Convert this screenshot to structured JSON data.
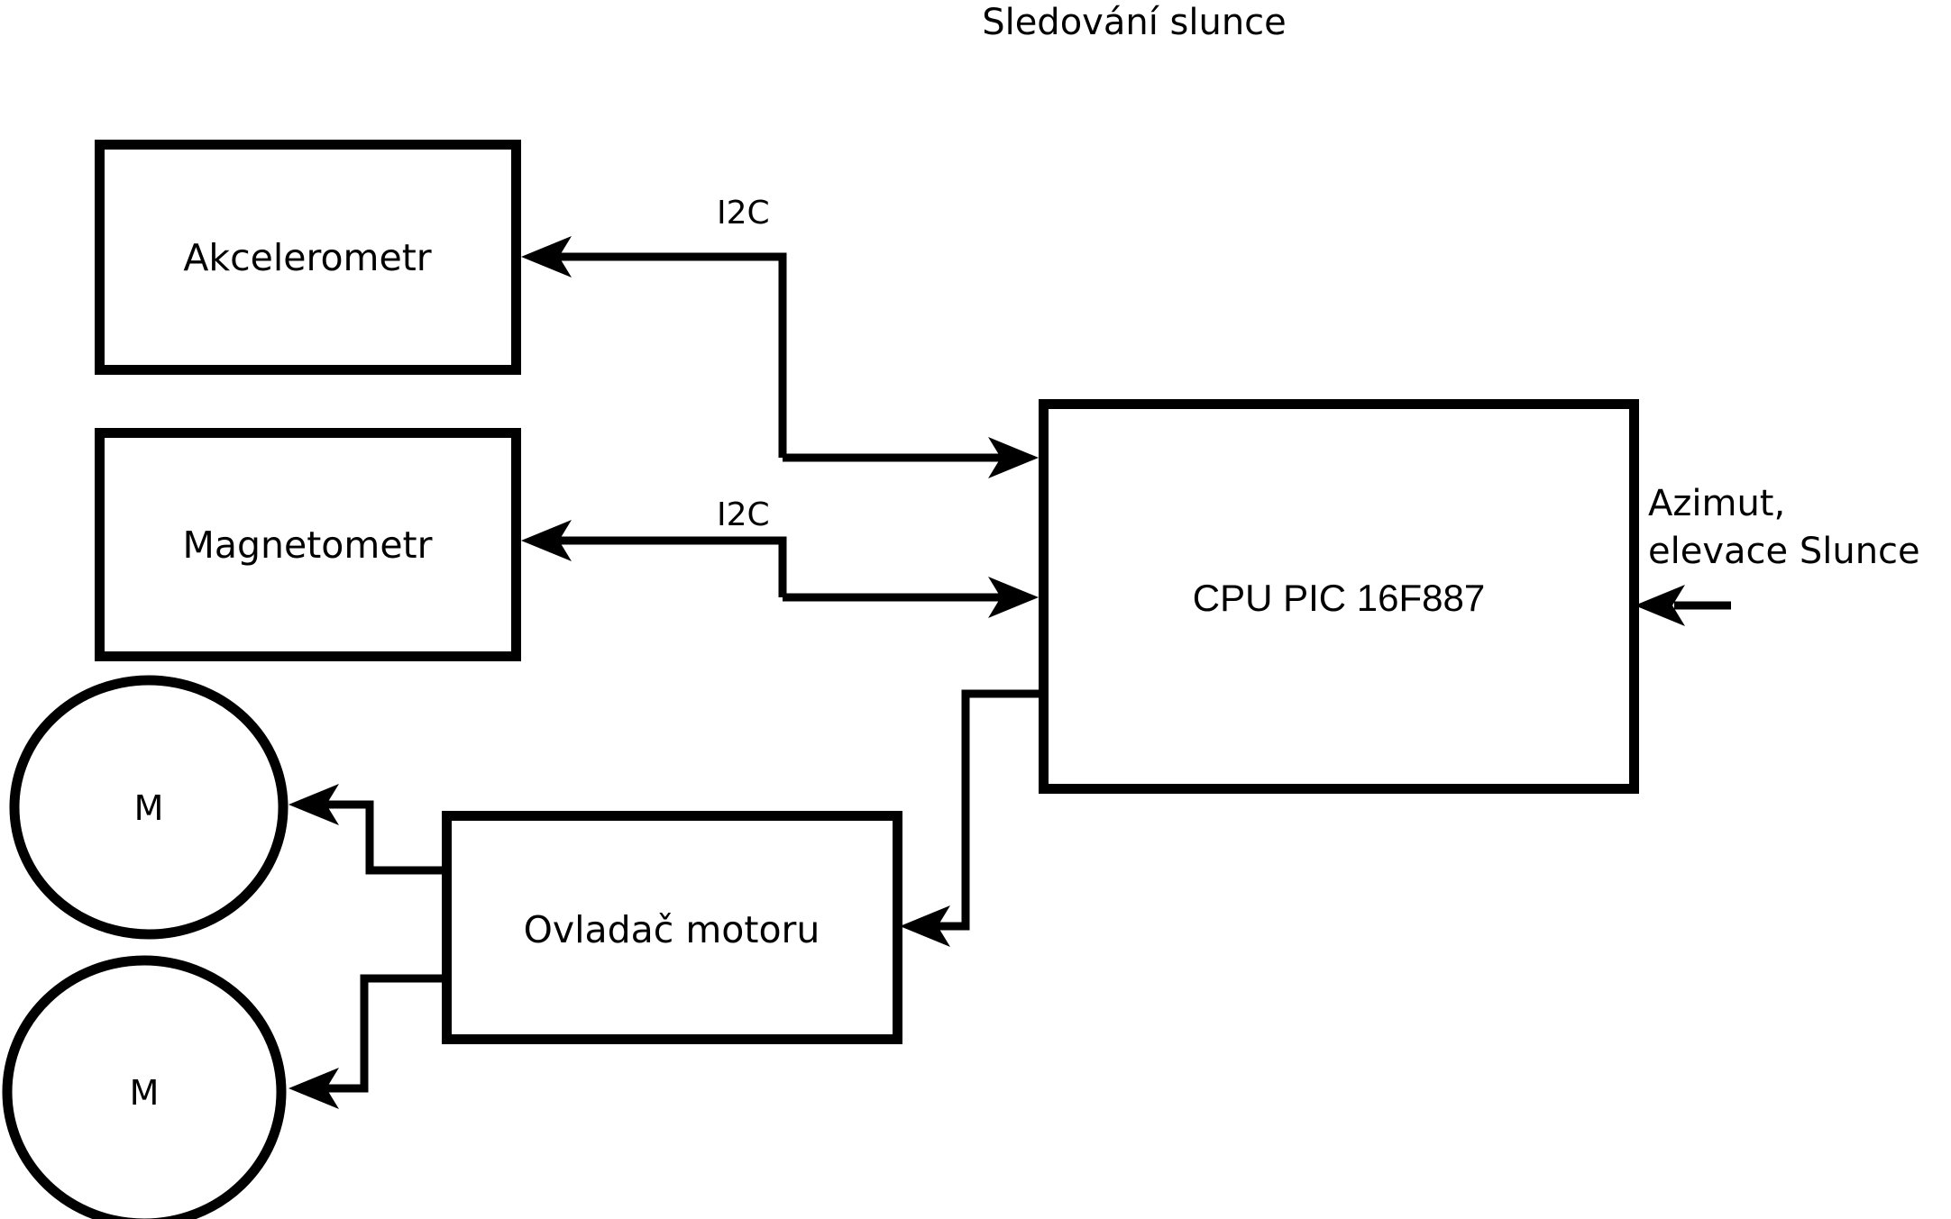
{
  "title": "Sledování slunce",
  "nodes": {
    "accelerometer": {
      "label": "Akcelerometr"
    },
    "magnetometer": {
      "label": "Magnetometr"
    },
    "cpu": {
      "label": "CPU PIC 16F887"
    },
    "motor_driver": {
      "label": "Ovladač motoru"
    },
    "motor_1": {
      "label": "M"
    },
    "motor_2": {
      "label": "M"
    }
  },
  "edge_labels": {
    "i2c_accelerometer": "I2C",
    "i2c_magnetometer": "I2C"
  },
  "io_labels": {
    "sun_input_line1": "Azimut,",
    "sun_input_line2": "elevace Slunce"
  },
  "colors": {
    "background": "#ffffff",
    "stroke": "#000000",
    "text": "#000000"
  }
}
